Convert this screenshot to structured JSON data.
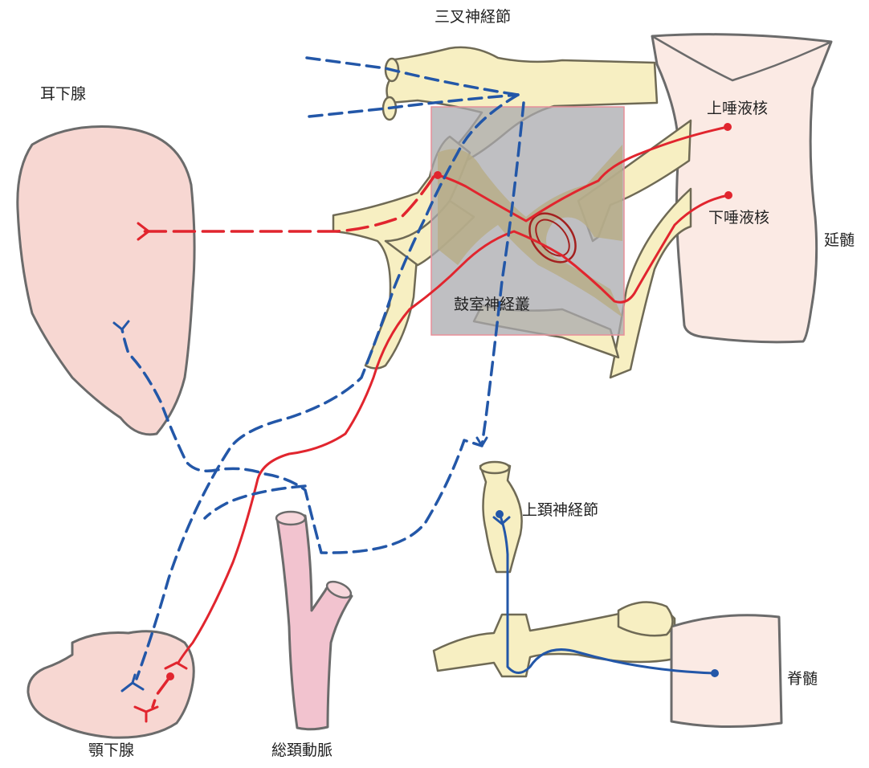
{
  "labels": {
    "trigeminal_ganglion": "三叉神経節",
    "parotid_gland": "耳下腺",
    "superior_salivatory_nucleus": "上唾液核",
    "inferior_salivatory_nucleus": "下唾液核",
    "medulla_oblongata": "延髄",
    "tympanic_plexus": "鼓室神経叢",
    "superior_cervical_ganglion": "上頚神経節",
    "spinal_cord": "脊髄",
    "submandibular_gland": "顎下腺",
    "common_carotid_artery": "総頚動脈"
  },
  "colors": {
    "parasympathetic": "#e1252e",
    "sympathetic": "#2357a8",
    "gland": "#f7d7d2",
    "nerve": "#f7efc2",
    "artery": "#f2c3cf",
    "medulla": "#fbeae4",
    "plexus_box": "#a9a9ad"
  }
}
